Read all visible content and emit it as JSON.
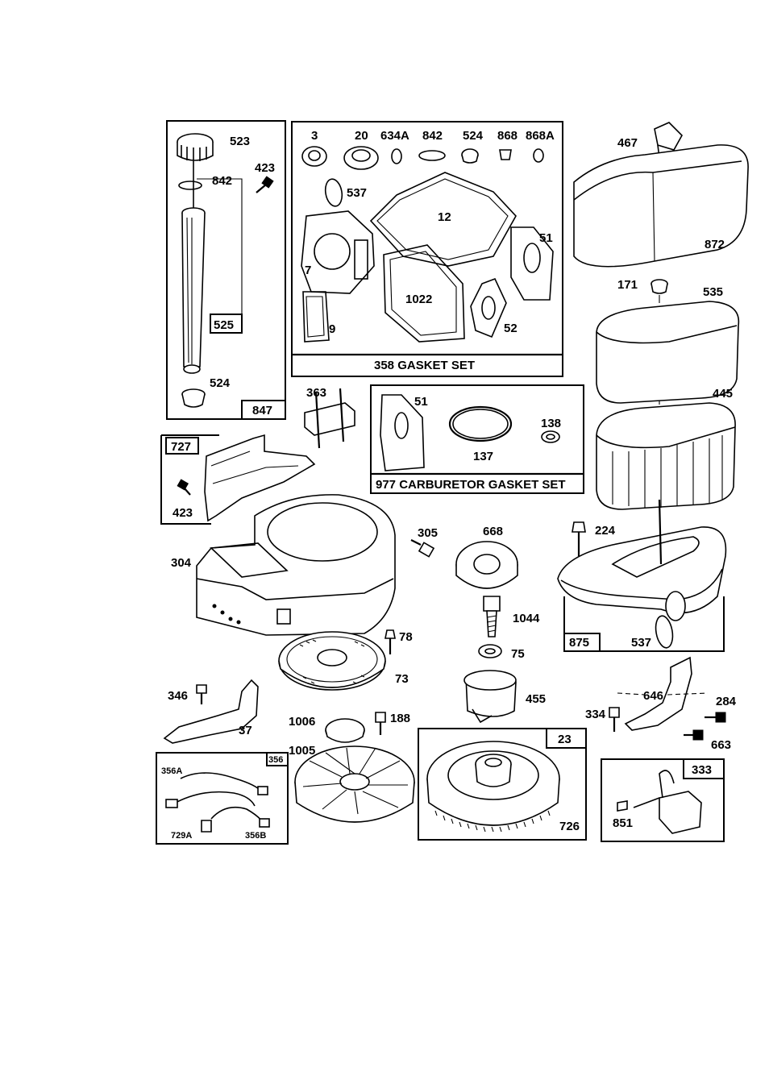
{
  "labels": {
    "p523": "523",
    "p842a": "842",
    "p423a": "423",
    "p525": "525",
    "p524a": "524",
    "p847": "847",
    "p3": "3",
    "p20": "20",
    "p634a": "634A",
    "p842b": "842",
    "p524b": "524",
    "p868": "868",
    "p868a": "868A",
    "p537a": "537",
    "p12": "12",
    "p51a": "51",
    "p7": "7",
    "p1022": "1022",
    "p52": "52",
    "p9": "9",
    "p358": "358 GASKET SET",
    "p467": "467",
    "p872": "872",
    "p171": "171",
    "p535": "535",
    "p445": "445",
    "p363": "363",
    "p51b": "51",
    "p137": "137",
    "p138": "138",
    "p977": "977 CARBURETOR GASKET SET",
    "p727": "727",
    "p423b": "423",
    "p304": "304",
    "p305": "305",
    "p668": "668",
    "p224": "224",
    "p1044": "1044",
    "p75": "75",
    "p875": "875",
    "p537b": "537",
    "p78": "78",
    "p73": "73",
    "p455": "455",
    "p346": "346",
    "p37": "37",
    "p1006": "1006",
    "p188": "188",
    "p1005": "1005",
    "p646": "646",
    "p284": "284",
    "p334": "334",
    "p663": "663",
    "p356": "356",
    "p356a": "356A",
    "p729a": "729A",
    "p356b": "356B",
    "p23": "23",
    "p726": "726",
    "p333": "333",
    "p851": "851"
  }
}
